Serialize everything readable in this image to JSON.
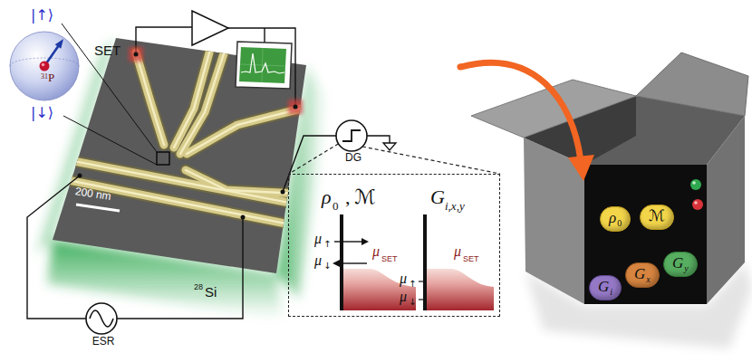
{
  "diagram": {
    "nodes": [
      {
        "text": [
          "31",
          "P"
        ]
      },
      {
        "text": [
          "DG"
        ]
      },
      {
        "text": [
          "ρ",
          "0",
          ",",
          "ℳ",
          "μ",
          "↑",
          "μ",
          "↓",
          "μ",
          "SET",
          "G",
          "i,x,y",
          "μ",
          "↑",
          "μ",
          "↓",
          "μ",
          "SET"
        ]
      },
      {
        "text": [
          "ESR"
        ]
      },
      {
        "text": [
          "ρ",
          "0"
        ]
      },
      {
        "text": [
          "ℳ"
        ]
      },
      {
        "text": [
          "G",
          "i"
        ]
      },
      {
        "text": [
          "G",
          "x"
        ]
      },
      {
        "text": [
          "G",
          "y"
        ]
      }
    ],
    "edges": [
      {
        "from": 1,
        "to": 2,
        "arrow": "none"
      }
    ],
    "labels": [
      "|↑⟩",
      "|↓⟩",
      "SET",
      "200 nm",
      "28",
      "Si"
    ]
  }
}
